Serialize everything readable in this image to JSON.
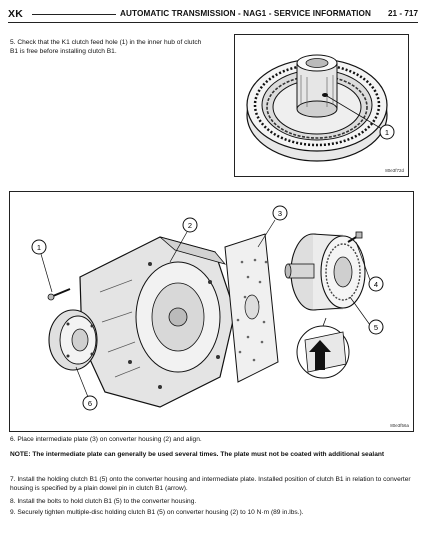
{
  "header": {
    "code": "XK",
    "title": "AUTOMATIC TRANSMISSION - NAG1 - SERVICE INFORMATION",
    "page": "21 - 717"
  },
  "steps": {
    "s5": "5.  Check that the K1 clutch feed hole (1) in the inner hub of clutch B1 is free before installing clutch B1.",
    "s6": "6.  Place intermediate plate (3) on converter housing (2) and align.",
    "note": "NOTE: The intermediate plate can generally be used several times. The plate must not be coated with additional sealant",
    "s7": "7.  Install the holding clutch B1 (5) onto the converter housing and intermediate plate. Installed position of clutch B1 in relation to converter housing is specified by a plain dowel pin in clutch B1 (arrow).",
    "s8": "8.  Install the bolts to hold clutch B1 (5) to the converter housing.",
    "s9": "9.  Securely tighten multiple-disc holding clutch B1 (5) on converter housing (2) to 10 N·m (89 in.lbs.)."
  },
  "figure1": {
    "callout": "1",
    "code": "80e3f72d"
  },
  "figure2": {
    "callouts": [
      "1",
      "2",
      "3",
      "4",
      "5",
      "6"
    ],
    "code": "80e3f56a"
  }
}
